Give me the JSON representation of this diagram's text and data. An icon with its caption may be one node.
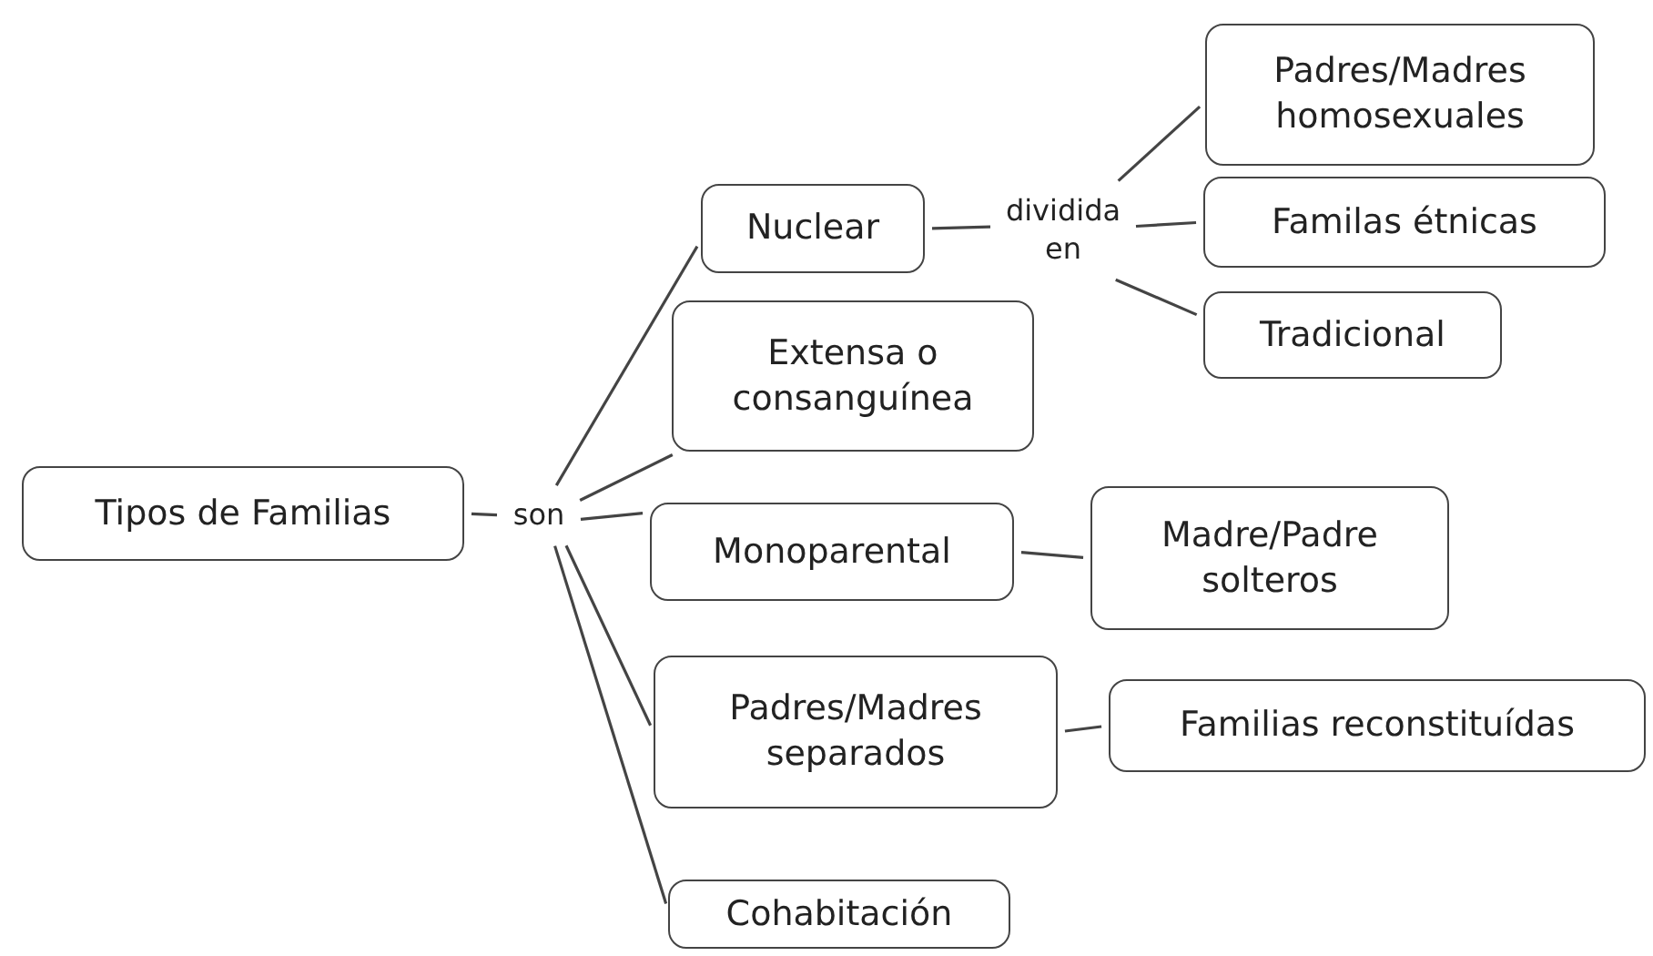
{
  "diagram": {
    "nodes": [
      {
        "text": [
          "Tipos de Familias"
        ]
      },
      {
        "text": [
          "son"
        ]
      },
      {
        "text": [
          "Nuclear"
        ]
      },
      {
        "text": [
          "dividida en"
        ]
      },
      {
        "text": [
          "Padres/Madres homosexuales"
        ]
      },
      {
        "text": [
          "Familas étnicas"
        ]
      },
      {
        "text": [
          "Tradicional"
        ]
      },
      {
        "text": [
          "Extensa o consanguínea"
        ]
      },
      {
        "text": [
          "Monoparental"
        ]
      },
      {
        "text": [
          "Madre/Padre solteros"
        ]
      },
      {
        "text": [
          "Padres/Madres separados"
        ]
      },
      {
        "text": [
          "Familias reconstituídas"
        ]
      },
      {
        "text": [
          "Cohabitación"
        ]
      }
    ],
    "edges": [
      {
        "from": 0,
        "to": 1,
        "arrow": "none"
      },
      {
        "from": 1,
        "to": 2,
        "arrow": "none"
      },
      {
        "from": 1,
        "to": 7,
        "arrow": "none"
      },
      {
        "from": 1,
        "to": 8,
        "arrow": "none"
      },
      {
        "from": 1,
        "to": 10,
        "arrow": "none"
      },
      {
        "from": 1,
        "to": 12,
        "arrow": "none"
      },
      {
        "from": 2,
        "to": 3,
        "arrow": "none"
      },
      {
        "from": 3,
        "to": 4,
        "arrow": "none"
      },
      {
        "from": 3,
        "to": 5,
        "arrow": "none"
      },
      {
        "from": 3,
        "to": 6,
        "arrow": "none"
      },
      {
        "from": 8,
        "to": 9,
        "arrow": "none"
      },
      {
        "from": 10,
        "to": 11,
        "arrow": "none"
      }
    ]
  }
}
